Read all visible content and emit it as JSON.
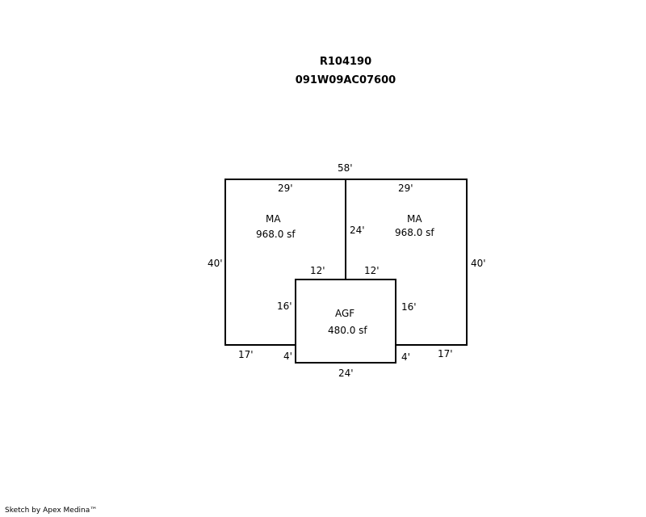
{
  "header": {
    "account_id": "R104190",
    "map_tax_lot": "091W09AC07600"
  },
  "sketch": {
    "areas": [
      {
        "code": "MA",
        "area": "968.0 sf"
      },
      {
        "code": "MA",
        "area": "968.0 sf"
      },
      {
        "code": "AGF",
        "area": "480.0 sf"
      }
    ],
    "dimensions": {
      "top_total": "58'",
      "top_left": "29'",
      "top_right": "29'",
      "center_divider": "24'",
      "left_side": "40'",
      "right_side": "40'",
      "garage_top_left": "12'",
      "garage_top_right": "12'",
      "garage_left": "16'",
      "garage_right": "16'",
      "bottom_left": "17'",
      "bottom_right": "17'",
      "garage_jog_left": "4'",
      "garage_jog_right": "4'",
      "garage_bottom": "24'"
    }
  },
  "footer": {
    "credit": "Sketch by Apex Medina™"
  }
}
